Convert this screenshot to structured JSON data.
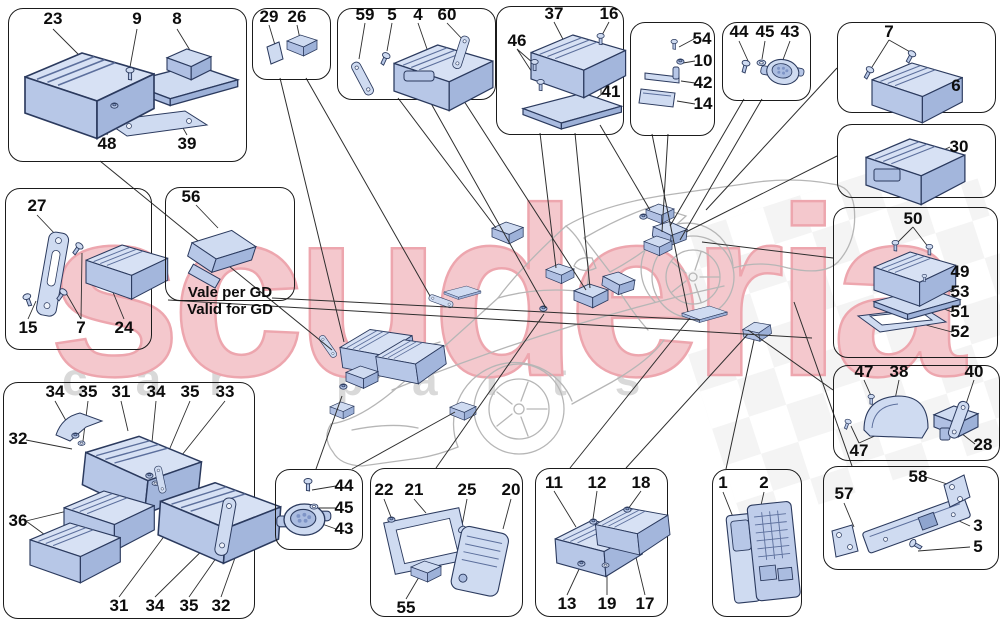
{
  "watermark": {
    "brand": "scuderia",
    "tagline": "car parts",
    "brand_color": "#f4c8cd",
    "tagline_color": "#d9d9d9"
  },
  "colors": {
    "part_fill": "#cfdbf1",
    "part_side": "#a3b6dc",
    "part_stroke": "#2b3a5e",
    "panel_border": "#1b1b1b",
    "car_outline": "#b6b6b6",
    "leader": "#2e2e2e"
  },
  "panels": {
    "a": {
      "labels": [
        "23",
        "9",
        "8",
        "48",
        "39"
      ]
    },
    "b": {
      "labels": [
        "29",
        "26"
      ]
    },
    "c": {
      "labels": [
        "59",
        "5",
        "4",
        "60"
      ]
    },
    "d": {
      "labels": [
        "37",
        "16",
        "46",
        "41"
      ]
    },
    "e": {
      "labels": [
        "54",
        "10",
        "42",
        "14"
      ]
    },
    "f": {
      "labels": [
        "44",
        "45",
        "43"
      ]
    },
    "g": {
      "labels": [
        "7",
        "6"
      ]
    },
    "h": {
      "labels": [
        "30"
      ]
    },
    "i": {
      "labels": [
        "50",
        "49",
        "53",
        "51",
        "52"
      ]
    },
    "j": {
      "labels": [
        "27",
        "15",
        "7",
        "24"
      ]
    },
    "k": {
      "labels": [
        "56"
      ],
      "note_it": "Vale per GD",
      "note_en": "Valid for GD"
    },
    "l": {
      "labels": [
        "47",
        "38",
        "40",
        "47",
        "28"
      ]
    },
    "m": {
      "labels": [
        "34",
        "35",
        "31",
        "34",
        "35",
        "33",
        "32",
        "36",
        "31",
        "34",
        "35",
        "32"
      ]
    },
    "n": {
      "labels": [
        "44",
        "45",
        "43"
      ]
    },
    "o": {
      "labels": [
        "22",
        "21",
        "25",
        "20",
        "55"
      ]
    },
    "p": {
      "labels": [
        "11",
        "12",
        "18",
        "13",
        "19",
        "17"
      ]
    },
    "q": {
      "labels": [
        "1",
        "2"
      ]
    },
    "r": {
      "labels": [
        "58",
        "57",
        "3",
        "5"
      ]
    }
  }
}
